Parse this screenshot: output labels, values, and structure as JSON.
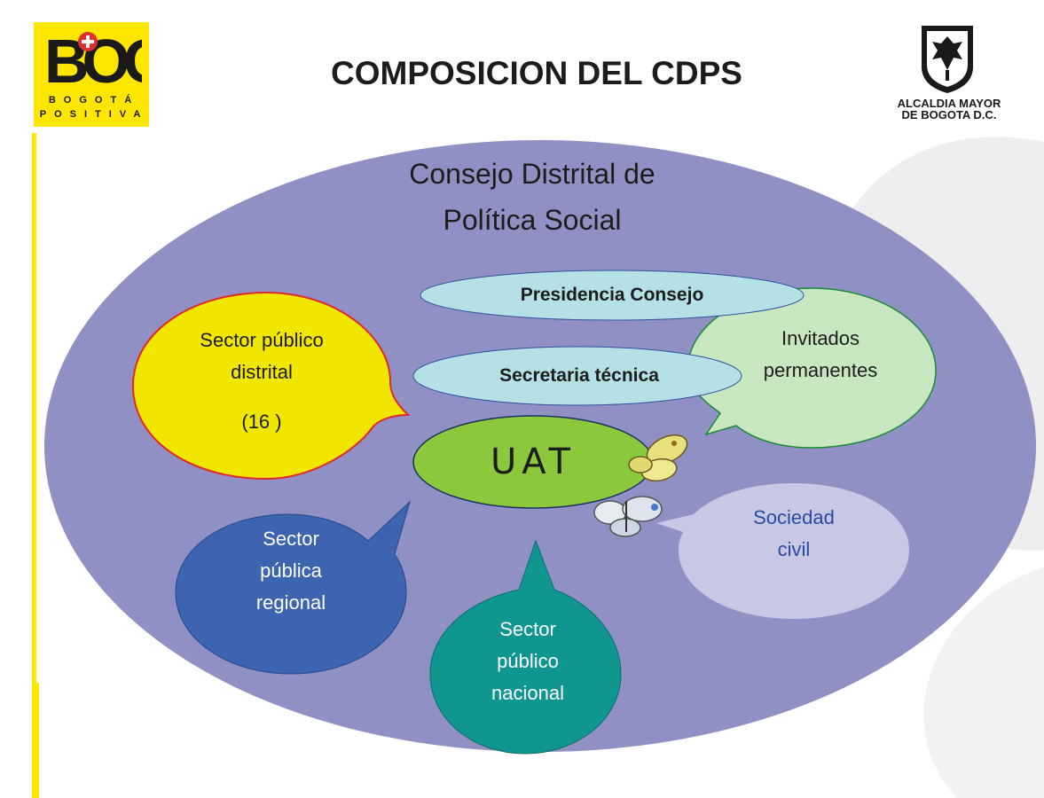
{
  "title": "COMPOSICION DEL CDPS",
  "logo_left": {
    "text": "BOG",
    "tagline_1": "BOGOTÁ",
    "tagline_2": "POSITIVA"
  },
  "logo_right": {
    "line_1": "ALCALDIA MAYOR",
    "line_2": "DE BOGOTA D.C."
  },
  "council": {
    "line_1": "Consejo Distrital de",
    "line_2": "Política Social"
  },
  "presidencia": "Presidencia Consejo",
  "secretaria": "Secretaria técnica",
  "uat": "UAT",
  "sector_distrital": {
    "line_1": "Sector público",
    "line_2": "distrital",
    "count": "(16 )"
  },
  "invitados": {
    "line_1": "Invitados",
    "line_2": "permanentes"
  },
  "sector_regional": {
    "line_1": "Sector",
    "line_2": "pública",
    "line_3": "regional"
  },
  "sector_nacional": {
    "line_1": "Sector",
    "line_2": "público",
    "line_3": "nacional"
  },
  "sociedad_civil": {
    "line_1": "Sociedad",
    "line_2": "civil"
  },
  "colors": {
    "council": "#9090c4",
    "distrital": "#f0e600",
    "invitados": "#c8e6c0",
    "regional": "#3c64b0",
    "nacional": "#0f9690",
    "sociedad": "#c8c8e6",
    "uat": "#8cc83c",
    "light_blue": "#b4e1e6"
  }
}
